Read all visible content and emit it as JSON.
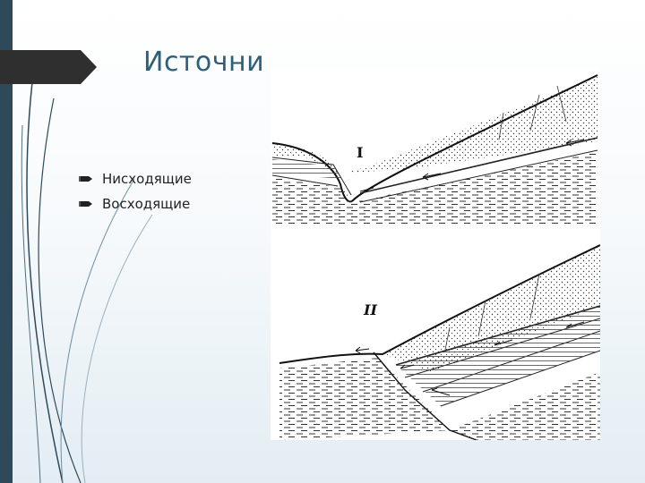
{
  "slide": {
    "title": "Источни",
    "bullets": [
      "Нисходящие",
      "Восходящие"
    ],
    "figure": {
      "top_label": "I",
      "bottom_label": "II"
    }
  },
  "colors": {
    "accent_bar": "#2e4a5a",
    "title_color": "#2c5f7c",
    "title_tab": "#2f2f2f"
  }
}
